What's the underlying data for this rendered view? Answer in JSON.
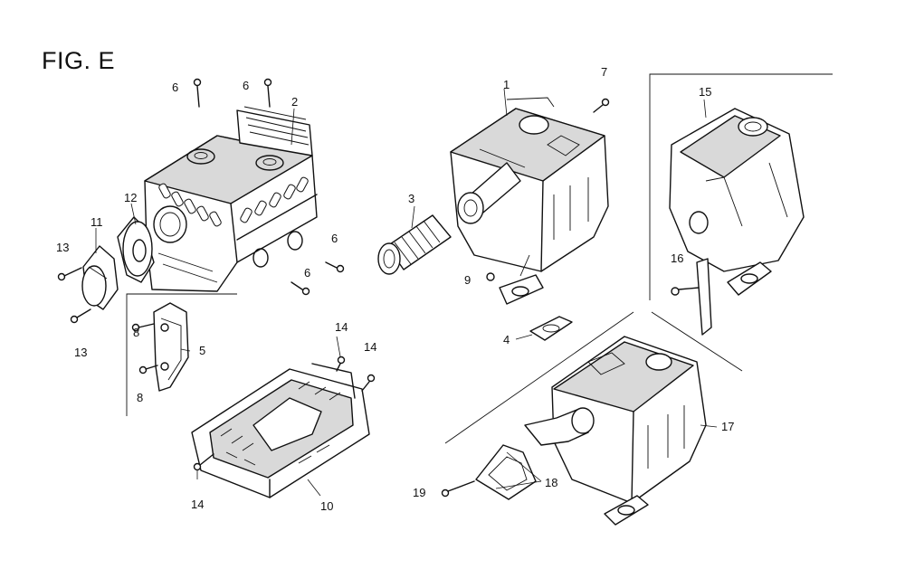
{
  "figure": {
    "title": "FIG. E"
  },
  "callouts": {
    "c1": "1",
    "c2": "2",
    "c3": "3",
    "c4": "4",
    "c5": "5",
    "c6a": "6",
    "c6b": "6",
    "c6c": "6",
    "c6d": "6",
    "c7": "7",
    "c8a": "8",
    "c8b": "8",
    "c9": "9",
    "c10": "10",
    "c11": "11",
    "c12": "12",
    "c13a": "13",
    "c13b": "13",
    "c14a": "14",
    "c14b": "14",
    "c14c": "14",
    "c15": "15",
    "c16": "16",
    "c17": "17",
    "c18": "18",
    "c19": "19"
  }
}
